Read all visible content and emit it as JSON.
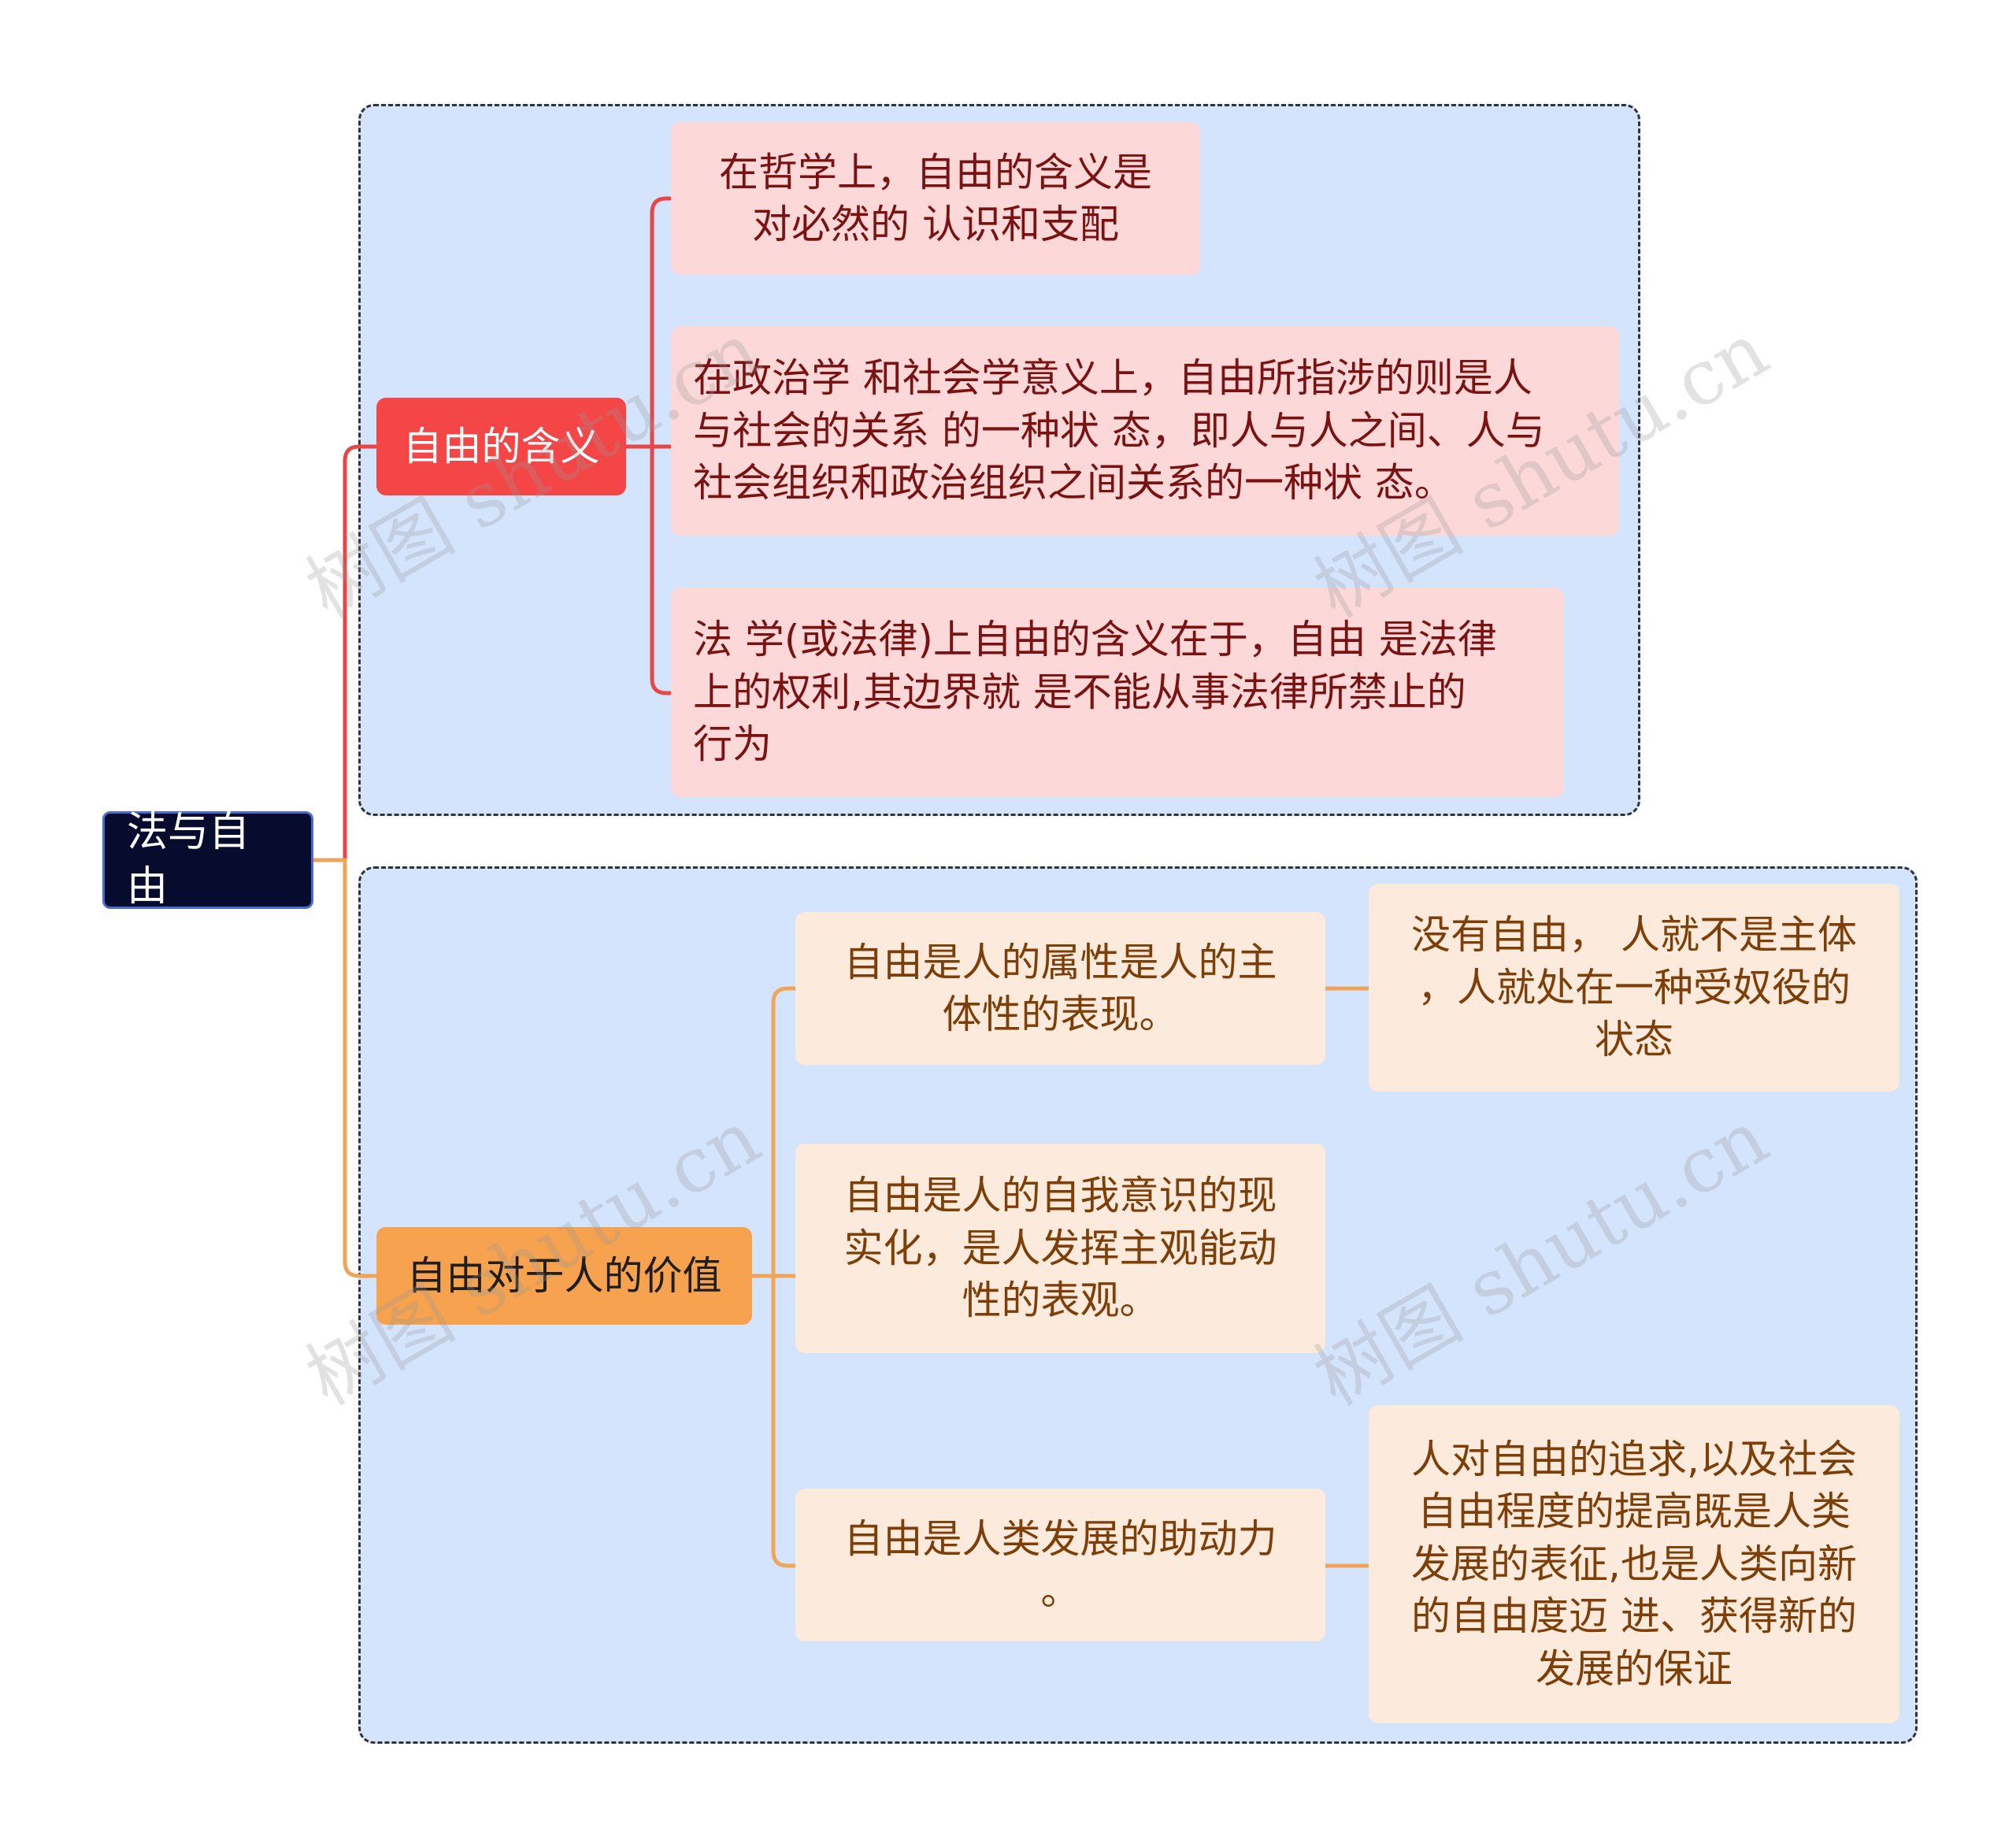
{
  "root": {
    "label": "法与自由"
  },
  "branches": [
    {
      "label": "自由的含义",
      "color": "#f44646",
      "children": [
        "在哲学上，自由的含义是\n对必然的 认识和支配",
        "在政治学 和社会学意义上，自由所指涉的则是人\n与社会的关系 的一种状 态，即人与人之间、人与\n社会组织和政治组织之间关系的一种状 态。",
        "法 学(或法律)上自由的含义在于，自由 是法律\n上的权利,其边界就 是不能从事法律所禁止的\n行为"
      ]
    },
    {
      "label": "自由对于人的价值",
      "color": "#f7a24f",
      "children": [
        {
          "label": "自由是人的属性是人的主\n体性的表现。",
          "detail": "没有自由， 人就不是主体\n，人就处在一种受奴役的\n状态"
        },
        {
          "label": "自由是人的自我意识的现\n实化，是人发挥主观能动\n性的表观。"
        },
        {
          "label": "自由是人类发展的助动力\n。",
          "detail": "人对自由的追求,以及社会\n自由程度的提高既是人类\n发展的表征,也是人类向新\n的自由度迈 进、获得新的\n发展的保证"
        }
      ]
    }
  ],
  "watermark": "树图 shutu.cn"
}
